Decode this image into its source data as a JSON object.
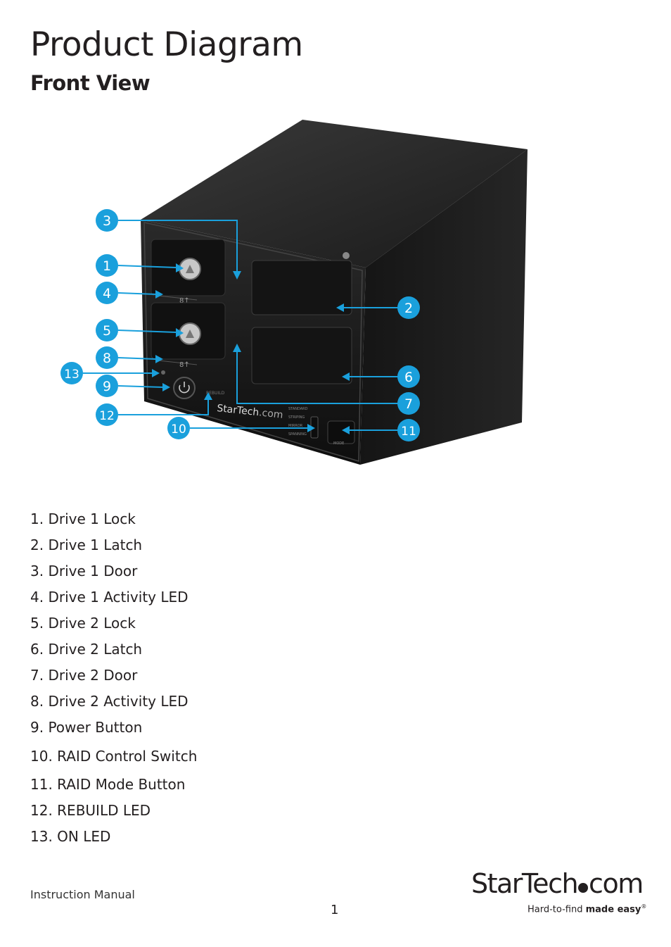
{
  "page": {
    "title": "Product Diagram",
    "section": "Front View"
  },
  "diagram": {
    "callout_color": "#1aa0dc",
    "callouts": [
      "3",
      "1",
      "4",
      "5",
      "8",
      "13",
      "9",
      "12",
      "10",
      "2",
      "6",
      "7",
      "11"
    ],
    "device_brand": "StarTech",
    "device_brand_suffix": ".com",
    "mode_labels": [
      "STANDARD",
      "STRIPING",
      "MIRROR",
      "SPANNING"
    ],
    "mode_button_label": "MODE",
    "rebuild_label": "REBUILD"
  },
  "parts": [
    "1.  Drive 1 Lock",
    "2.  Drive 1 Latch",
    "3.  Drive 1 Door",
    "4.  Drive 1 Activity LED",
    "5.  Drive 2 Lock",
    "6.  Drive 2 Latch",
    "7.  Drive 2 Door",
    "8.  Drive 2 Activity LED",
    "9.  Power Button",
    "10. RAID Control Switch",
    "11. RAID Mode Button",
    "12. REBUILD LED",
    "13. ON LED"
  ],
  "footer": {
    "manual_label": "Instruction Manual",
    "page_number": "1",
    "brand_name_a": "StarTech",
    "brand_name_b": "com",
    "tagline_a": "Hard-to-find ",
    "tagline_b": "made easy",
    "tagline_mark": "®"
  }
}
